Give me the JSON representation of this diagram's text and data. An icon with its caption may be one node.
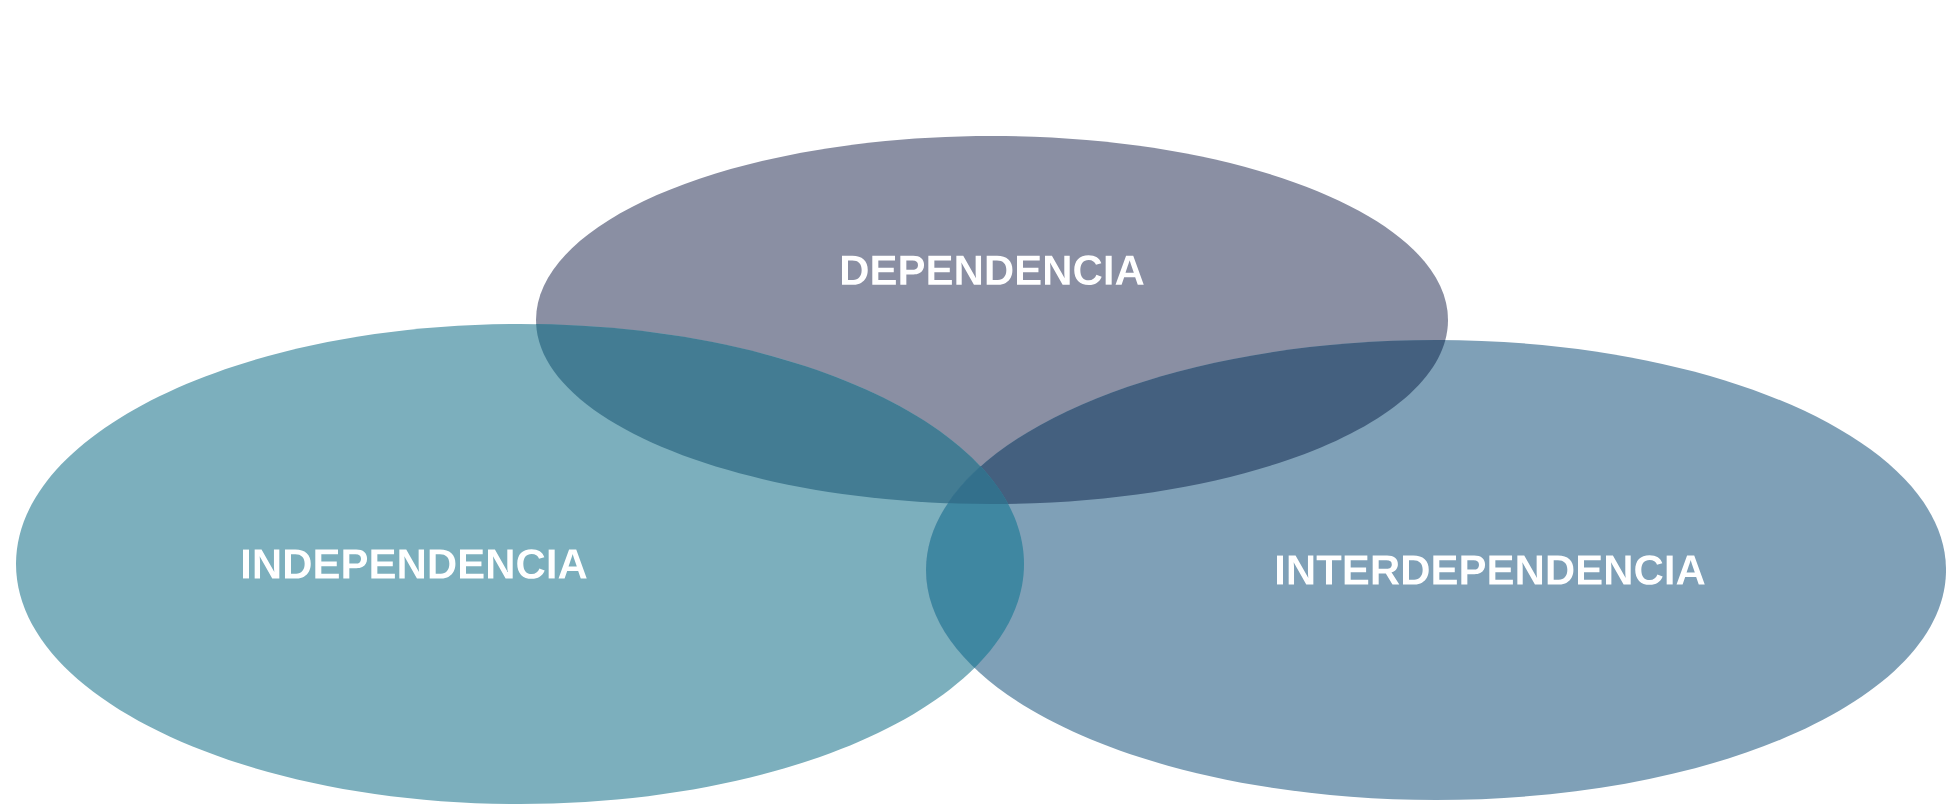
{
  "diagram": {
    "nodes": [
      {
        "text": [
          "DEPENDENCIA"
        ]
      },
      {
        "text": [
          "INDEPENDENCIA"
        ]
      },
      {
        "text": [
          "INTERDEPENDENCIA"
        ]
      }
    ]
  }
}
